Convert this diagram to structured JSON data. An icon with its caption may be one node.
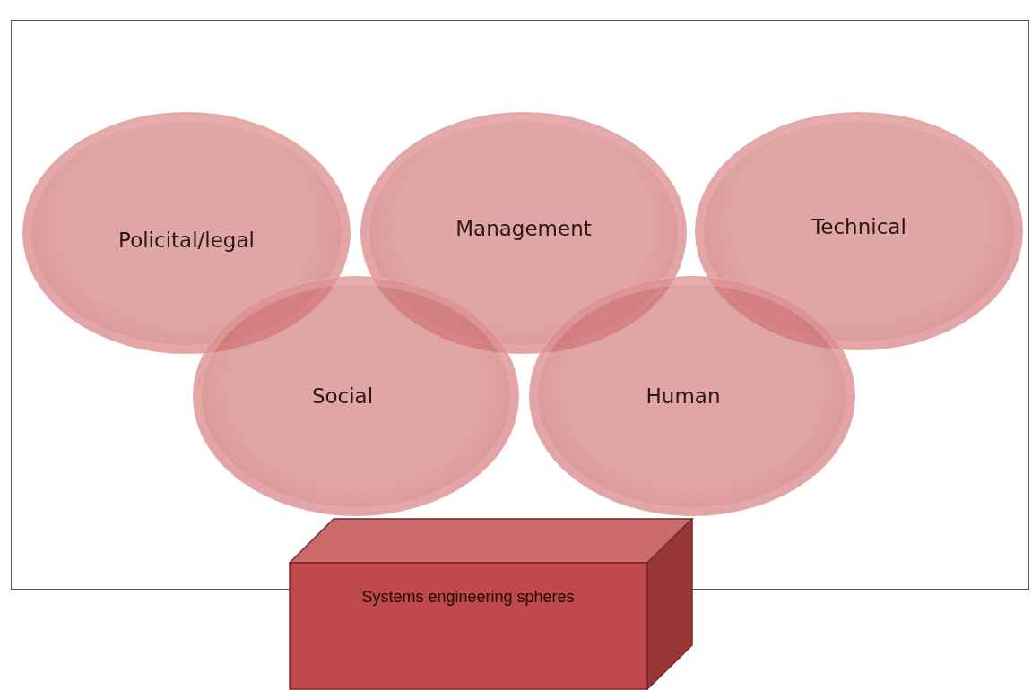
{
  "diagram": {
    "nodes": [
      {
        "text": [
          "Policital/legal"
        ]
      },
      {
        "text": [
          "Management"
        ]
      },
      {
        "text": [
          "Technical"
        ]
      },
      {
        "text": [
          "Social"
        ]
      },
      {
        "text": [
          "Human"
        ]
      },
      {
        "text": [
          "Systems engineering spheres"
        ]
      }
    ]
  }
}
